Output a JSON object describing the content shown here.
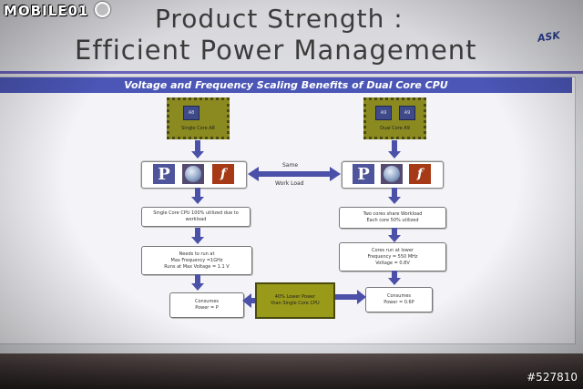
{
  "watermark": {
    "brand": "MOBILE01",
    "photo_id": "#527810"
  },
  "slide": {
    "title_line1": "Product Strength :",
    "title_line2": "Efficient Power Management",
    "logo": "ASK",
    "banner": "Voltage and Frequency Scaling Benefits of Dual Core CPU"
  },
  "left": {
    "chip_label": "Single Core A8",
    "core_label": "A8",
    "box1": "Single Core CPU 100% utilized due to workload",
    "box2_l1": "Needs to run at",
    "box2_l2": "Max Frequency =1GHz",
    "box2_l3": "Runs at Max Voltage = 1.1 V",
    "box3_l1": "Consumes",
    "box3_l2": "Power = P"
  },
  "right": {
    "chip_label": "Dual Core A9",
    "core_label": "A9",
    "box1_l1": "Two cores share Workload",
    "box1_l2": "Each core 50% utilized",
    "box2_l1": "Cores run at lower",
    "box2_l2": "Frequency = 550 MHz",
    "box2_l3": "Voltage = 0.8V",
    "box3_l1": "Consumes",
    "box3_l2": "Power = 0.6P"
  },
  "middle": {
    "same_label": "Same",
    "workload_label": "Work Load",
    "result_l1": "40% Lower Power",
    "result_l2": "than Single Core CPU"
  },
  "app_icons": [
    "P",
    "f"
  ],
  "colors": {
    "banner": "#4b56b6",
    "chip": "#8a8a20",
    "arrow": "#4b50a8"
  }
}
